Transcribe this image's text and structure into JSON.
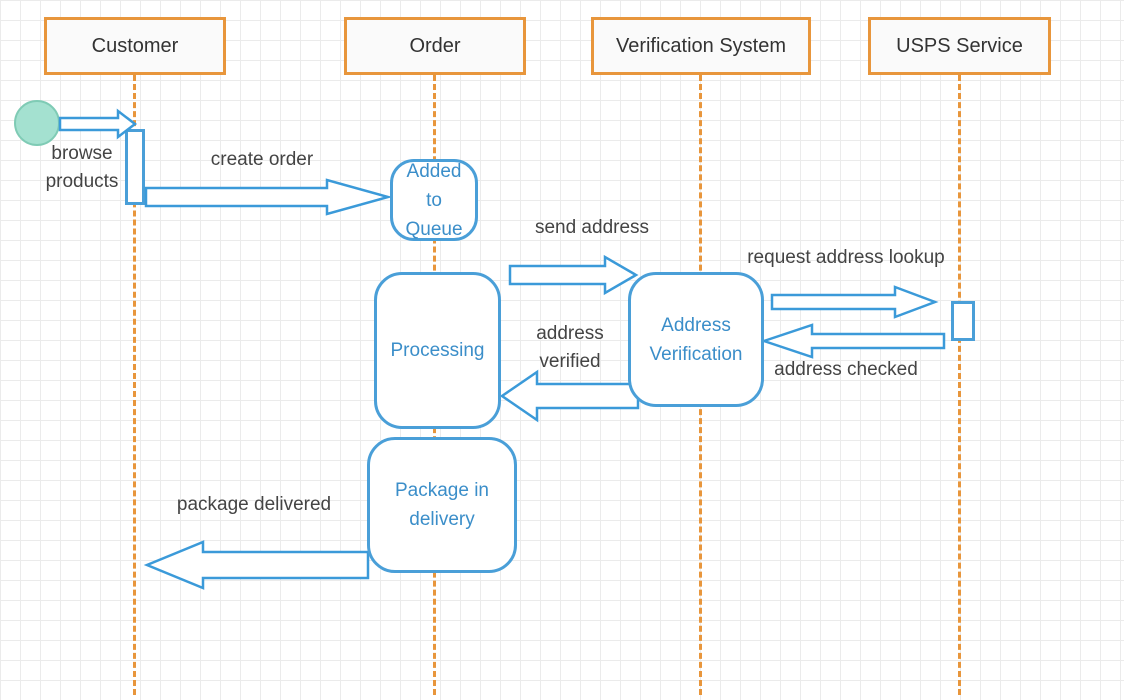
{
  "participants": [
    "Customer",
    "Order",
    "Verification System",
    "USPS Service"
  ],
  "states": {
    "added_to_queue": [
      "Added",
      "to",
      "Queue"
    ],
    "processing": [
      "Processing"
    ],
    "address_verification": [
      "Address",
      "Verification"
    ],
    "package_in_delivery": [
      "Package in",
      "delivery"
    ]
  },
  "messages": {
    "browse_products": [
      "browse",
      "products"
    ],
    "create_order": [
      "create order"
    ],
    "send_address": [
      "send address"
    ],
    "request_address_lookup": [
      "request address lookup"
    ],
    "address_checked": [
      "address checked"
    ],
    "address_verified": [
      "address",
      "verified"
    ],
    "package_delivered": [
      "package delivered"
    ]
  },
  "colors": {
    "lifeline": "#e8963c",
    "arrow": "#3b9ad9",
    "state_text": "#3b8ec9",
    "start_node": "#a4e1d0",
    "grid": "#ebebeb"
  }
}
